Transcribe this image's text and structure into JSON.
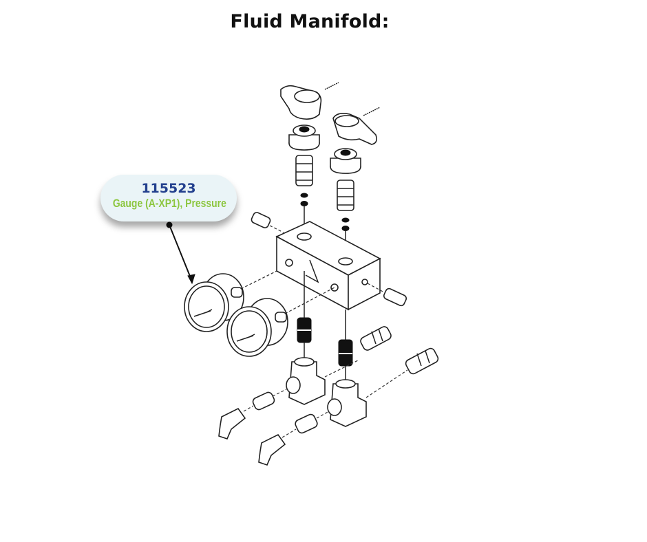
{
  "title": "Fluid Manifold:",
  "callout": {
    "part_number": "115523",
    "description": "Gauge (A-XP1), Pressure",
    "part_number_color": "#23408e",
    "description_color": "#8cc63f",
    "background_color": "#eaf4f7"
  },
  "diagram": {
    "subject": "exploded view of fluid manifold assembly",
    "components": [
      "valve-handle-left",
      "valve-handle-right",
      "valve-cartridge-left",
      "valve-cartridge-right",
      "manifold-block",
      "pressure-gauge-1",
      "pressure-gauge-2",
      "fitting-nipple-left",
      "fitting-nipple-right",
      "tee-fitting-left",
      "tee-fitting-right",
      "swivel-elbow-left",
      "swivel-elbow-right",
      "side-fittings"
    ]
  }
}
